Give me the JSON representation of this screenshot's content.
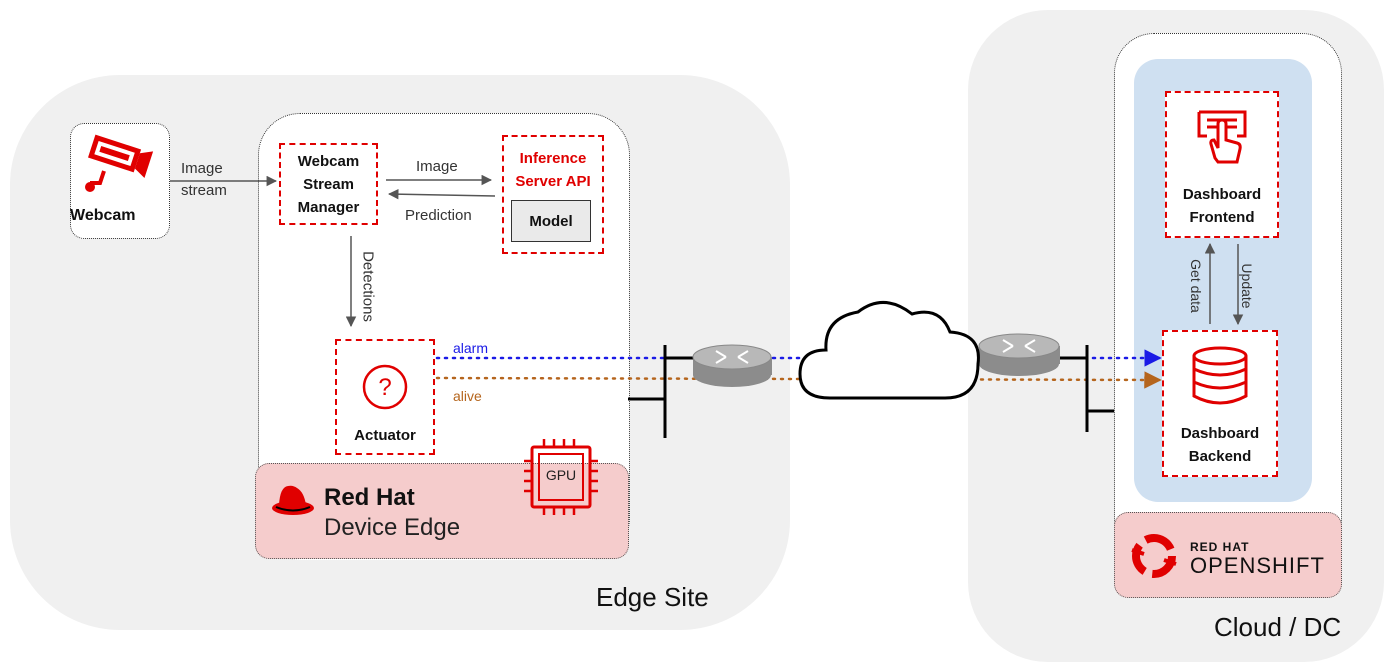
{
  "edge_site": {
    "title": "Edge Site",
    "webcam_label": "Webcam",
    "stream_manager_label": [
      "Webcam",
      "Stream",
      "Manager"
    ],
    "inference_label": [
      "Inference",
      "Server API"
    ],
    "model_label": "Model",
    "actuator_label": "Actuator",
    "gpu_label": "GPU",
    "platform": {
      "line1": "Red Hat",
      "line2": "Device Edge"
    }
  },
  "flows": {
    "image_stream": [
      "Image",
      "stream"
    ],
    "image": "Image",
    "prediction": "Prediction",
    "detections": "Detections",
    "alarm": "alarm",
    "alive": "alive",
    "get_data": "Get data",
    "update": "Update"
  },
  "cloud": {
    "title": "Cloud / DC",
    "frontend_label": [
      "Dashboard",
      "Frontend"
    ],
    "backend_label": [
      "Dashboard",
      "Backend"
    ],
    "platform": {
      "line1": "RED HAT",
      "line2": "OPENSHIFT"
    }
  },
  "colors": {
    "red": "#e00000",
    "alarm": "#1a1ae6",
    "alive": "#b5651d",
    "site_bg": "#f0f0f0",
    "blue_panel": "#cfe0f1",
    "platform_bg": "#f5cccc"
  }
}
